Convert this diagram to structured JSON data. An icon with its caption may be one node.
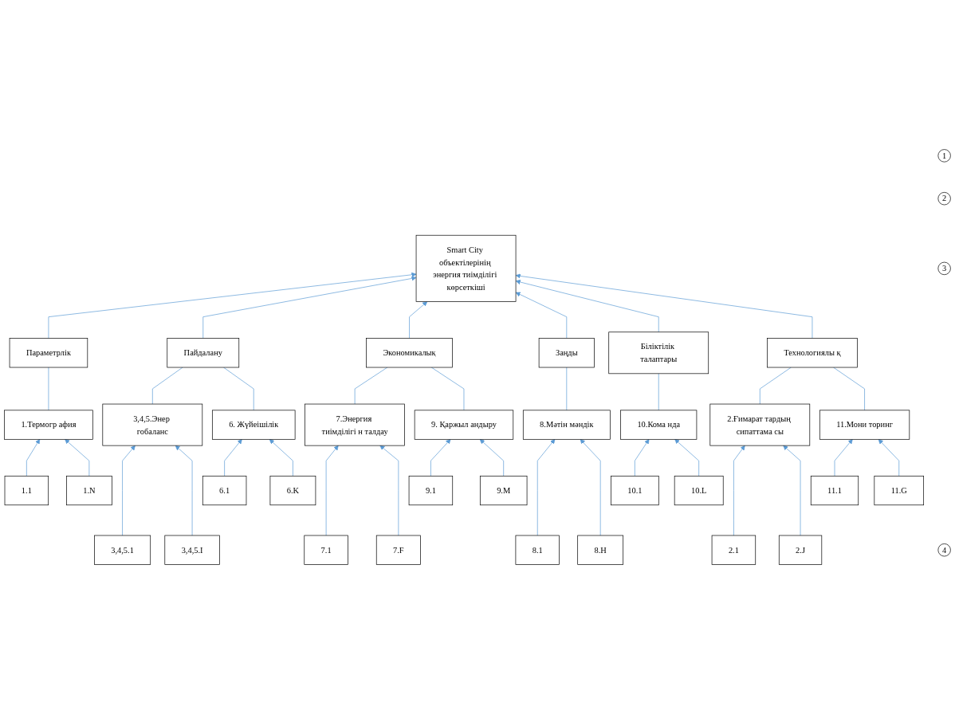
{
  "diagram": {
    "nodes": [
      {
        "text": [
          "Smart City объектілерінің энергия тиімділігі көрсеткіші"
        ]
      },
      {
        "text": [
          "Параметрлік"
        ]
      },
      {
        "text": [
          "Пайдалану"
        ]
      },
      {
        "text": [
          "Экономикалық"
        ]
      },
      {
        "text": [
          "Заңды"
        ]
      },
      {
        "text": [
          "Біліктілік талаптары"
        ]
      },
      {
        "text": [
          "Технологиялы қ"
        ]
      },
      {
        "text": [
          "1.Термогр афия"
        ]
      },
      {
        "text": [
          "3,4,5.Энер гобаланс"
        ]
      },
      {
        "text": [
          "6. Жүйеішілік"
        ]
      },
      {
        "text": [
          "7.Энергия тиімділігі н талдау"
        ]
      },
      {
        "text": [
          "9. Қаржыл андыру"
        ]
      },
      {
        "text": [
          "8.Мәтін мәндік"
        ]
      },
      {
        "text": [
          "10.Кома нда"
        ]
      },
      {
        "text": [
          "2.Ғимарат тардың сипаттама сы"
        ]
      },
      {
        "text": [
          "11.Мони торинг"
        ]
      },
      {
        "text": [
          "1.1"
        ]
      },
      {
        "text": [
          "1.N"
        ]
      },
      {
        "text": [
          "6.1"
        ]
      },
      {
        "text": [
          "6.K"
        ]
      },
      {
        "text": [
          "9.1"
        ]
      },
      {
        "text": [
          "9.M"
        ]
      },
      {
        "text": [
          "10.1"
        ]
      },
      {
        "text": [
          "10.L"
        ]
      },
      {
        "text": [
          "11.1"
        ]
      },
      {
        "text": [
          "11.G"
        ]
      },
      {
        "text": [
          "3,4,5.1"
        ]
      },
      {
        "text": [
          "3,4,5.I"
        ]
      },
      {
        "text": [
          "7.1"
        ]
      },
      {
        "text": [
          "7.F"
        ]
      },
      {
        "text": [
          "8.1"
        ]
      },
      {
        "text": [
          "8.H"
        ]
      },
      {
        "text": [
          "2.1"
        ]
      },
      {
        "text": [
          "2.J"
        ]
      },
      {
        "text": [
          "1"
        ]
      },
      {
        "text": [
          "2"
        ]
      },
      {
        "text": [
          "3"
        ]
      },
      {
        "text": [
          "4"
        ]
      }
    ],
    "edges": [
      {
        "from": 1,
        "to": 0,
        "arrow": "to"
      },
      {
        "from": 2,
        "to": 0,
        "arrow": "to"
      },
      {
        "from": 3,
        "to": 0,
        "arrow": "to"
      },
      {
        "from": 4,
        "to": 0,
        "arrow": "to"
      },
      {
        "from": 5,
        "to": 0,
        "arrow": "to"
      },
      {
        "from": 6,
        "to": 0,
        "arrow": "to"
      },
      {
        "from": 7,
        "to": 1,
        "arrow": "none"
      },
      {
        "from": 8,
        "to": 2,
        "arrow": "none"
      },
      {
        "from": 9,
        "to": 2,
        "arrow": "none"
      },
      {
        "from": 10,
        "to": 3,
        "arrow": "none"
      },
      {
        "from": 11,
        "to": 3,
        "arrow": "none"
      },
      {
        "from": 12,
        "to": 4,
        "arrow": "none"
      },
      {
        "from": 13,
        "to": 5,
        "arrow": "none"
      },
      {
        "from": 14,
        "to": 6,
        "arrow": "none"
      },
      {
        "from": 15,
        "to": 6,
        "arrow": "none"
      },
      {
        "from": 16,
        "to": 7,
        "arrow": "to"
      },
      {
        "from": 17,
        "to": 7,
        "arrow": "to"
      },
      {
        "from": 18,
        "to": 9,
        "arrow": "to"
      },
      {
        "from": 19,
        "to": 9,
        "arrow": "to"
      },
      {
        "from": 20,
        "to": 11,
        "arrow": "to"
      },
      {
        "from": 21,
        "to": 11,
        "arrow": "to"
      },
      {
        "from": 22,
        "to": 13,
        "arrow": "to"
      },
      {
        "from": 23,
        "to": 13,
        "arrow": "to"
      },
      {
        "from": 24,
        "to": 15,
        "arrow": "to"
      },
      {
        "from": 25,
        "to": 15,
        "arrow": "to"
      },
      {
        "from": 26,
        "to": 8,
        "arrow": "to"
      },
      {
        "from": 27,
        "to": 8,
        "arrow": "to"
      },
      {
        "from": 28,
        "to": 10,
        "arrow": "to"
      },
      {
        "from": 29,
        "to": 10,
        "arrow": "to"
      },
      {
        "from": 30,
        "to": 12,
        "arrow": "to"
      },
      {
        "from": 31,
        "to": 12,
        "arrow": "to"
      },
      {
        "from": 32,
        "to": 14,
        "arrow": "to"
      },
      {
        "from": 33,
        "to": 14,
        "arrow": "to"
      }
    ]
  }
}
